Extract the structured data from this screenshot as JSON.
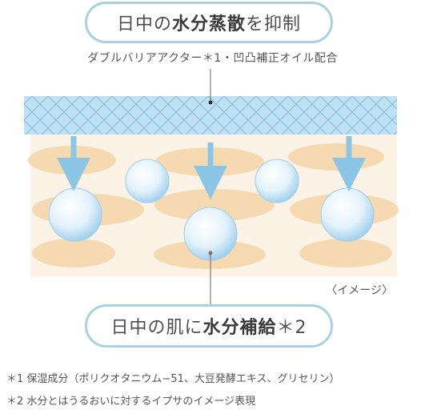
{
  "title_top": {
    "prefix": "日中の",
    "bold": "水分蒸散",
    "suffix": "を抑制"
  },
  "film_label": "ダブルバリアアクター＊1・凹凸補正オイル配合",
  "image_note": "〈イメージ〉",
  "title_bottom": {
    "prefix": "日中の肌に",
    "bold": "水分補給",
    "suffix": "＊2"
  },
  "notes": [
    "＊1 保湿成分（ポリクオタニウム−51、大豆発酵エキス、グリセリン）",
    "＊2 水分とはうるおいに対するイプサのイメージ表現"
  ],
  "colors": {
    "film": "#bfe1f4",
    "skin": "#fdf2e6",
    "cell": "#f5d9b0",
    "arrow": "#8cc6e6",
    "pill_border": "#a7d3df"
  }
}
